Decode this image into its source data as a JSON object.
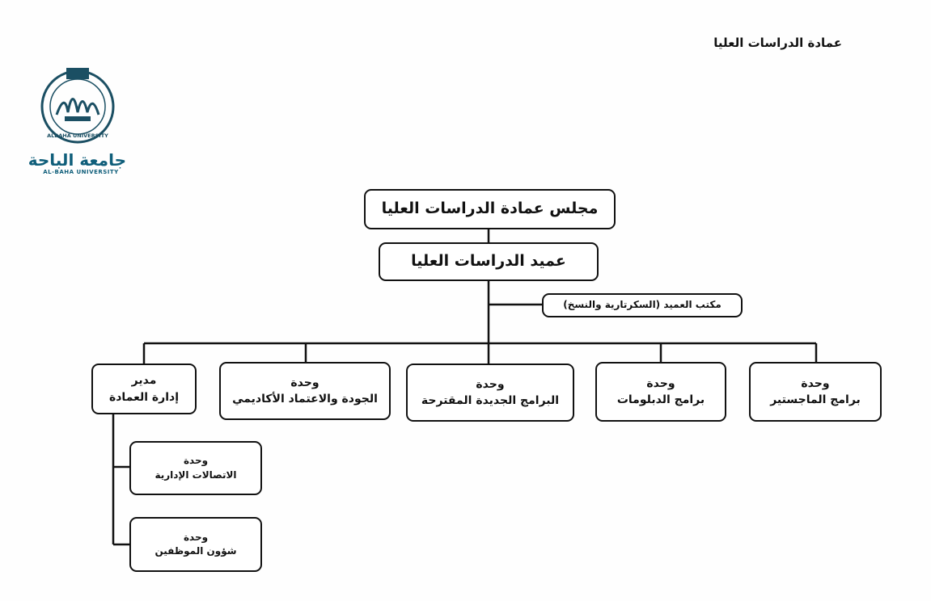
{
  "header": {
    "title": "عمادة الدراسات العليا"
  },
  "logo": {
    "name_ar": "جامعة الباحة",
    "name_en": "AL-BAHA UNIVERSITY",
    "seal_text": "ALBAHA UNIVERSITY",
    "primary_color": "#0f5e7a"
  },
  "chart": {
    "council": "مجلس عمادة الدراسات العليا",
    "dean": "عميد الدراسات العليا",
    "dean_office": "مكتب العميد (السكرتارية والنسخ)",
    "units": [
      {
        "line1": "وحدة",
        "line2": "برامج الماجستير"
      },
      {
        "line1": "وحدة",
        "line2": "برامج الدبلومات"
      },
      {
        "line1": "وحدة",
        "line2": "البرامج الجديدة المقترحة"
      },
      {
        "line1": "وحدة",
        "line2": "الجودة والاعتماد الأكاديمي"
      }
    ],
    "admin": {
      "line1": "مدير",
      "line2": "إدارة العمادة"
    },
    "sub_units": [
      {
        "line1": "وحدة",
        "line2": "الاتصالات الإدارية"
      },
      {
        "line1": "وحدة",
        "line2": "شؤون الموظفين"
      }
    ]
  }
}
